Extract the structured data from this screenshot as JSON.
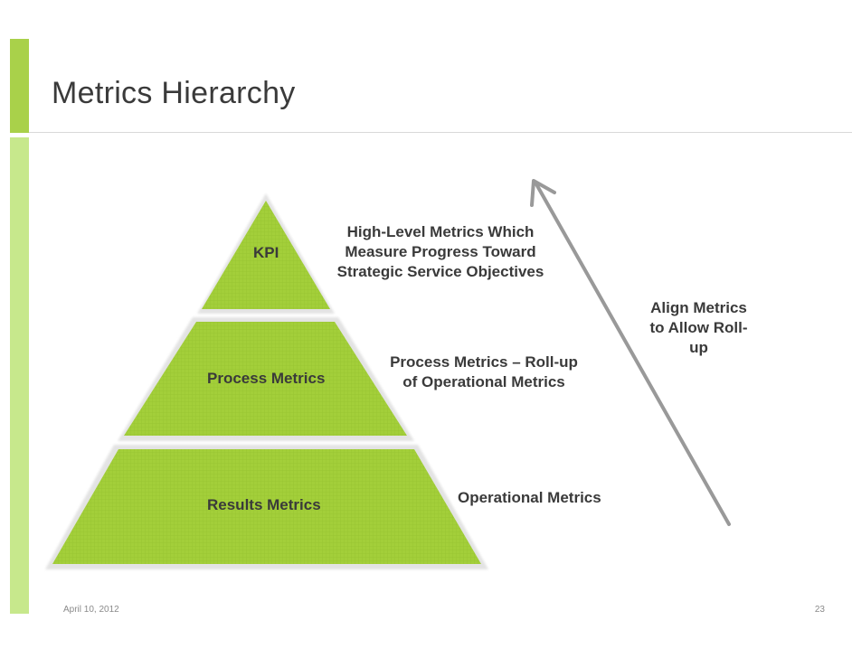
{
  "slide": {
    "title": "Metrics Hierarchy",
    "footer_date": "April 10, 2012",
    "page_number": "23"
  },
  "pyramid": {
    "fill_color": "#a3cf3a",
    "pattern_color": "#8cb82a",
    "tiers": [
      {
        "label": "KPI",
        "description": [
          "High-Level Metrics Which",
          "Measure Progress Toward",
          "Strategic Service Objectives"
        ]
      },
      {
        "label": "Process Metrics",
        "description": [
          "Process Metrics – Roll-up",
          "of Operational Metrics"
        ]
      },
      {
        "label": "Results Metrics",
        "description": [
          "Operational Metrics"
        ]
      }
    ]
  },
  "arrow": {
    "color": "#999999",
    "label": [
      "Align Metrics",
      "to Allow Roll-",
      "up"
    ]
  }
}
